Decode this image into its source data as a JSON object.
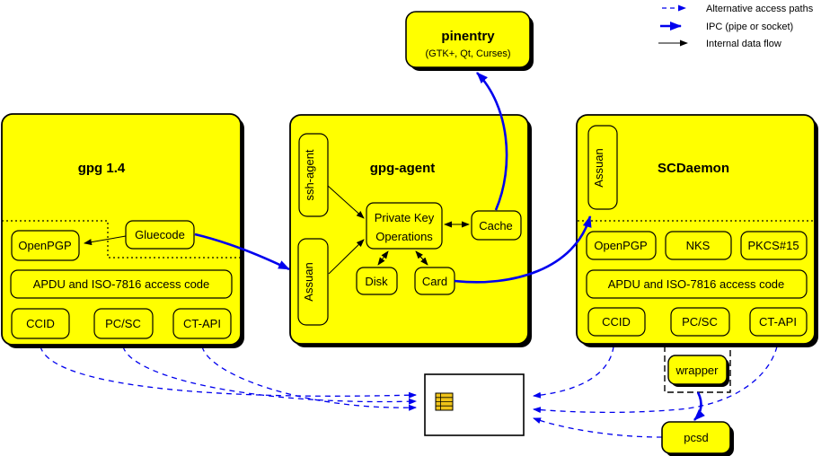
{
  "legend": {
    "alternative": "Alternative access paths",
    "ipc": "IPC (pipe or socket)",
    "internal": "Internal data flow"
  },
  "pinentry": {
    "title": "pinentry",
    "subtitle": "(GTK+, Qt, Curses)"
  },
  "gpg14": {
    "title": "gpg 1.4",
    "gluecode": "Gluecode",
    "openpgp": "OpenPGP",
    "apdu": "APDU and ISO-7816 access code",
    "ccid": "CCID",
    "pcsc": "PC/SC",
    "ctapi": "CT-API"
  },
  "gpgagent": {
    "title": "gpg-agent",
    "ssh_agent": "ssh-agent",
    "assuan": "Assuan",
    "private_key_line1": "Private Key",
    "private_key_line2": "Operations",
    "cache": "Cache",
    "disk": "Disk",
    "card": "Card"
  },
  "scdaemon": {
    "title": "SCDaemon",
    "assuan": "Assuan",
    "openpgp": "OpenPGP",
    "nks": "NKS",
    "pkcs15": "PKCS#15",
    "apdu": "APDU and ISO-7816 access code",
    "ccid": "CCID",
    "pcsc": "PC/SC",
    "ctapi": "CT-API"
  },
  "peripherals": {
    "wrapper": "wrapper",
    "pcsd": "pcsd"
  },
  "colors": {
    "box_fill": "#ffff00",
    "ipc_blue": "#0000ee",
    "line_black": "#000000"
  }
}
